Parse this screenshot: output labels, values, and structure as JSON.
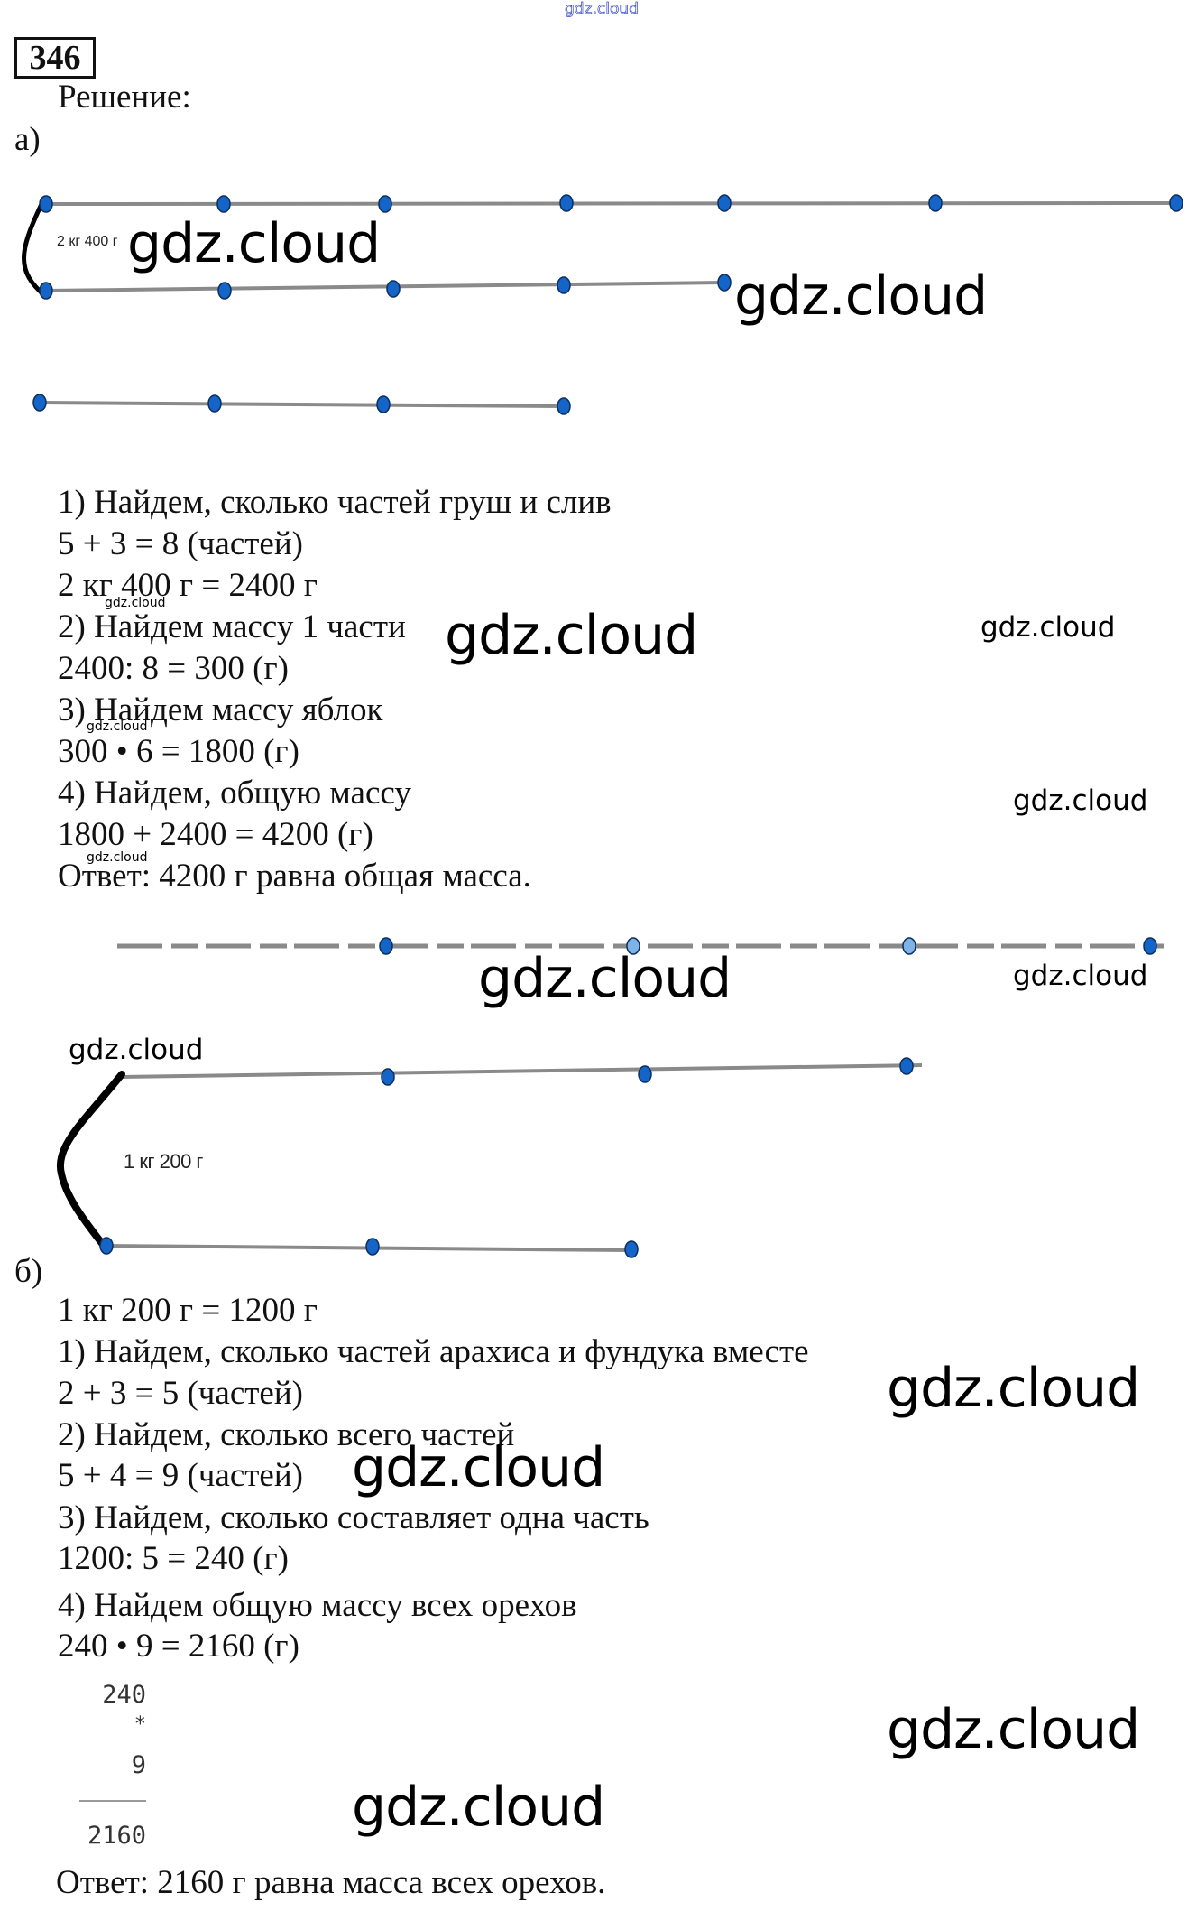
{
  "header": {
    "top_watermark": "gdz.cloud",
    "task_number": "346",
    "solution_label": "Решение:"
  },
  "part_a": {
    "label": "а)",
    "diagram": {
      "bracket_label": "2 кг 400 г",
      "segments": [
        {
          "name": "apples",
          "parts": 6
        },
        {
          "name": "pears",
          "parts": 4
        },
        {
          "name": "plums",
          "parts": 3
        }
      ]
    },
    "lines": [
      "1) Найдем, сколько частей груш и слив",
      "5 + 3 = 8 (частей)",
      "2 кг 400 г  =  2400 г",
      "2) Найдем массу 1 части",
      "2400: 8 = 300 (г)",
      "3) Найдем массу яблок",
      "300 • 6 = 1800 (г)",
      "4) Найдем, общую массу",
      "1800 + 2400 = 4200 (г)",
      "Ответ: 4200 г равна общая масса."
    ]
  },
  "part_b": {
    "label": "б)",
    "diagram": {
      "bracket_label": "1 кг 200 г",
      "segments": [
        {
          "name": "top-dashed",
          "parts": 4
        },
        {
          "name": "middle",
          "parts": 3
        },
        {
          "name": "bottom",
          "parts": 2
        }
      ]
    },
    "lines": [
      "1 кг 200 г  =  1200 г",
      "1) Найдем, сколько частей арахиса и фундука вместе",
      "2 + 3 = 5 (частей)",
      "2) Найдем, сколько всего частей",
      "5 + 4 = 9 (частей)",
      "3) Найдем, сколько составляет одна часть",
      "1200: 5 = 240 (г)",
      "4) Найдем общую массу всех орехов",
      "240 • 9 = 2160 (г)"
    ],
    "column_calc": {
      "multiplicand": "240",
      "operator": "*",
      "multiplier": "9",
      "result": "2160"
    },
    "answer": "Ответ: 2160 г равна масса всех орехов."
  },
  "watermarks": {
    "text": "gdz.cloud"
  },
  "colors": {
    "point_fill": "#1565c8",
    "point_light": "#7fb3e6",
    "line": "#8a8a8a",
    "bracket": "#000000"
  }
}
